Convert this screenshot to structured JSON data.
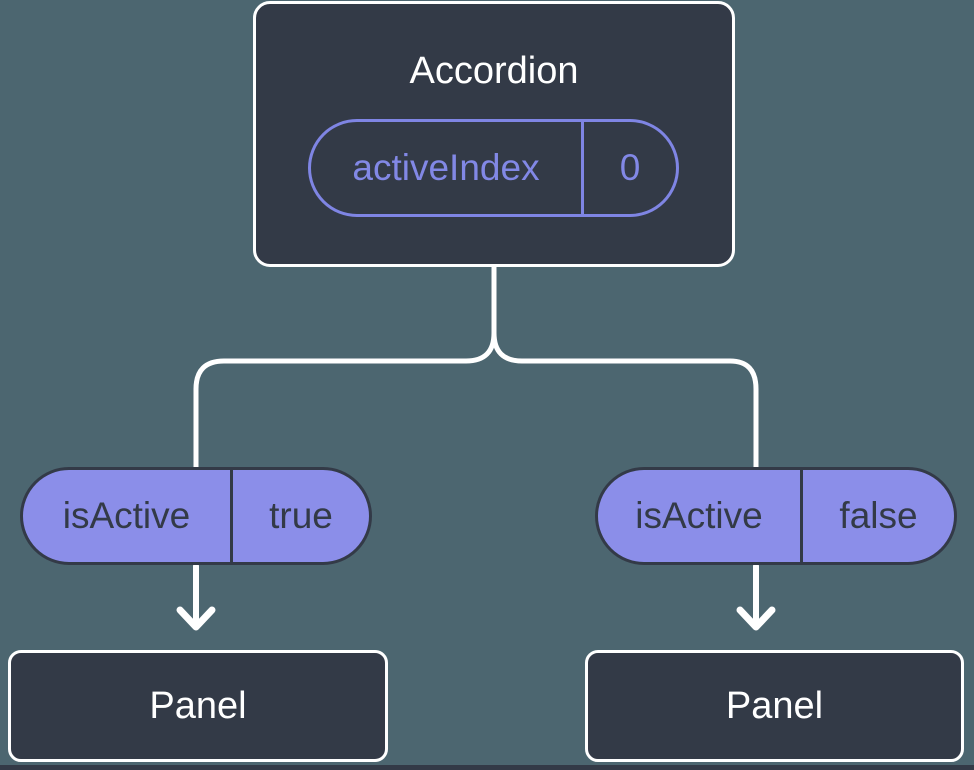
{
  "colors": {
    "background": "#4C6670",
    "node_dark": "#333A47",
    "accent_purple_fill": "#8B8EE9",
    "accent_purple_stroke": "#7F85E4",
    "connector_white": "#FFFFFF"
  },
  "root_node": {
    "title": "Accordion",
    "state_pill": {
      "name": "activeIndex",
      "value": "0"
    }
  },
  "branches": [
    {
      "prop_pill": {
        "name": "isActive",
        "value": "true"
      },
      "child_node": {
        "title": "Panel"
      }
    },
    {
      "prop_pill": {
        "name": "isActive",
        "value": "false"
      },
      "child_node": {
        "title": "Panel"
      }
    }
  ]
}
